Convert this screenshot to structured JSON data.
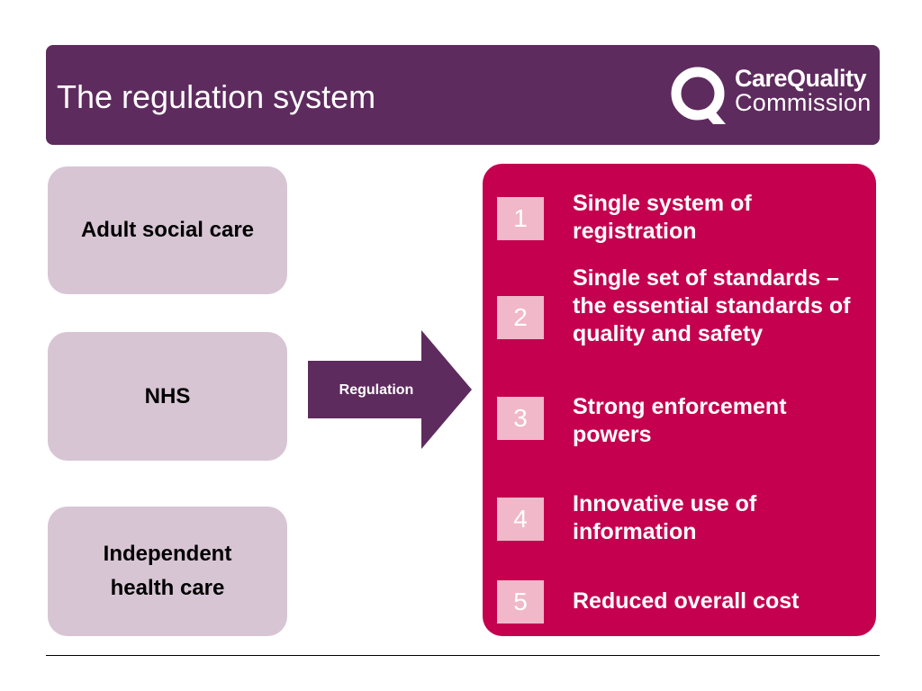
{
  "header": {
    "title": "The regulation system",
    "logo": {
      "line1": "CareQuality",
      "line2": "Commission",
      "icon": "cqc-q-logo-icon"
    }
  },
  "sectors": [
    {
      "label": "Adult social care"
    },
    {
      "label": "NHS"
    },
    {
      "label": "Independent health care"
    }
  ],
  "arrow": {
    "label": "Regulation"
  },
  "benefits": [
    {
      "number": "1",
      "text": "Single system of registration"
    },
    {
      "number": "2",
      "text": "Single set of standards – the essential standards of quality and safety"
    },
    {
      "number": "3",
      "text": "Strong enforcement powers"
    },
    {
      "number": "4",
      "text": "Innovative use of information"
    },
    {
      "number": "5",
      "text": "Reduced overall cost"
    }
  ],
  "colors": {
    "header": "#5e2b5e",
    "sector_box": "#d7c5d4",
    "panel": "#c4004f",
    "number_box": "#f0b8c8",
    "arrow": "#5e2b5e"
  }
}
